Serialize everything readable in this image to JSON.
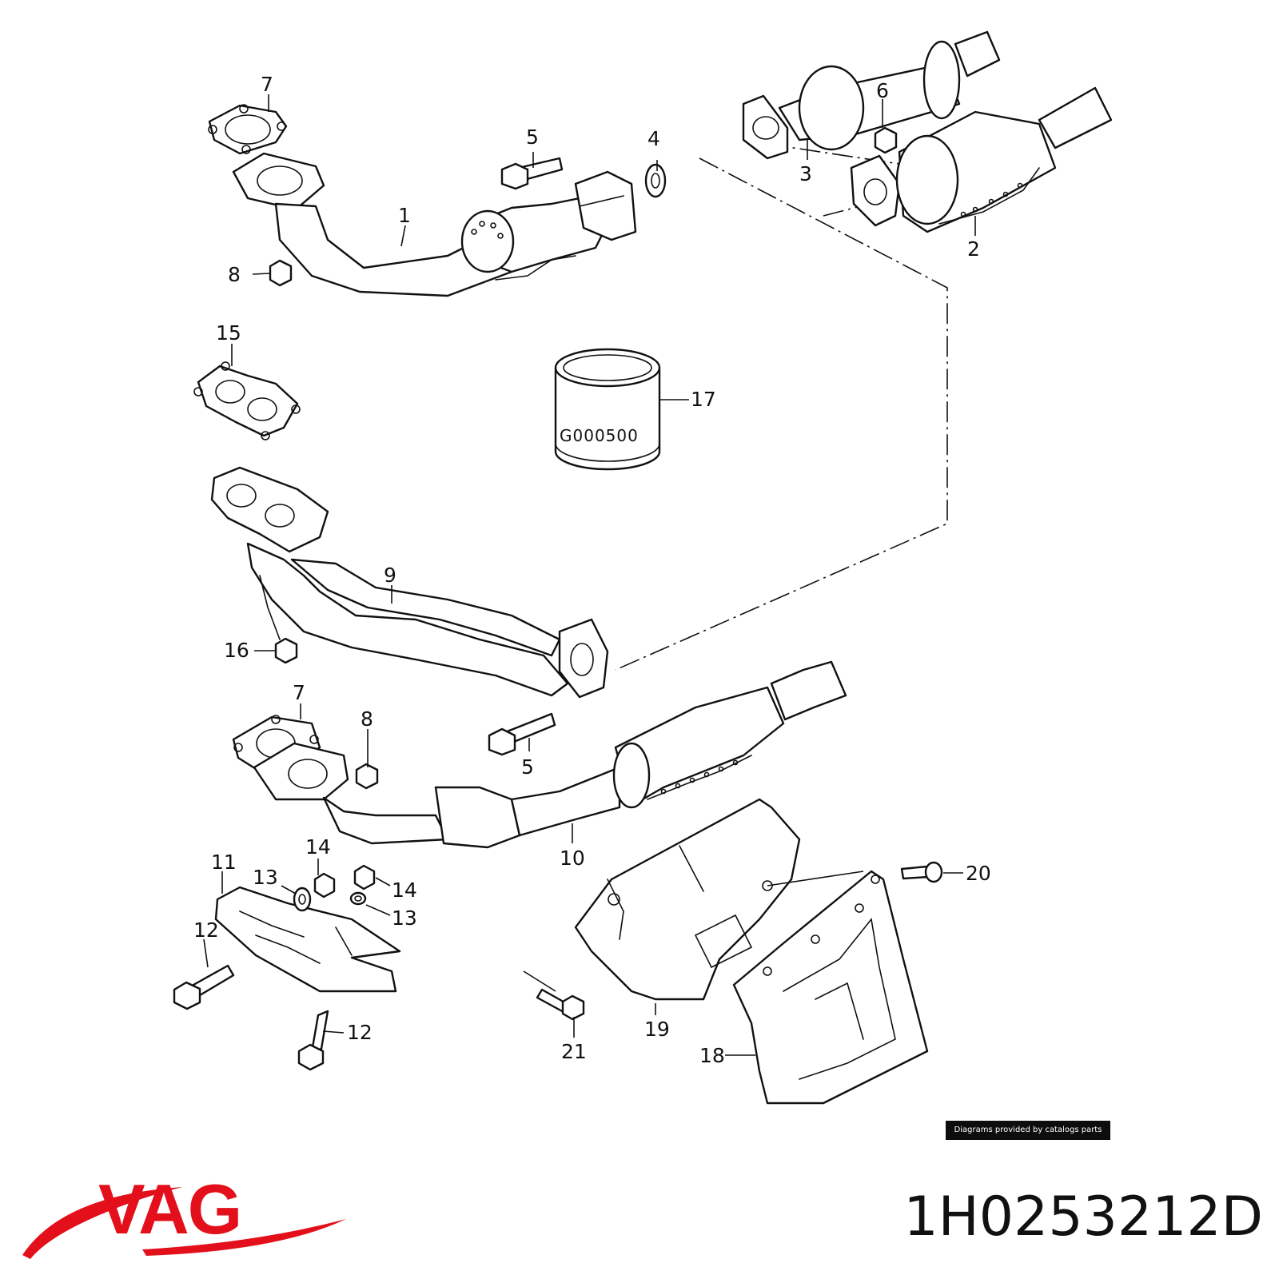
{
  "diagram": {
    "callouts": {
      "c1": "1",
      "c2": "2",
      "c3": "3",
      "c4": "4",
      "c5a": "5",
      "c5b": "5",
      "c6": "6",
      "c7a": "7",
      "c7b": "7",
      "c8a": "8",
      "c8b": "8",
      "c9": "9",
      "c10": "10",
      "c11": "11",
      "c12a": "12",
      "c12b": "12",
      "c13a": "13",
      "c13b": "13",
      "c14a": "14",
      "c14b": "14",
      "c15": "15",
      "c16": "16",
      "c17": "17",
      "c18": "18",
      "c19": "19",
      "c20": "20",
      "c21": "21"
    },
    "filter_label": "G000500"
  },
  "credit": "Diagrams provided by catalogs parts",
  "brand": {
    "name": "VAG",
    "color": "#e3101b"
  },
  "part_number": "1H0253212D"
}
